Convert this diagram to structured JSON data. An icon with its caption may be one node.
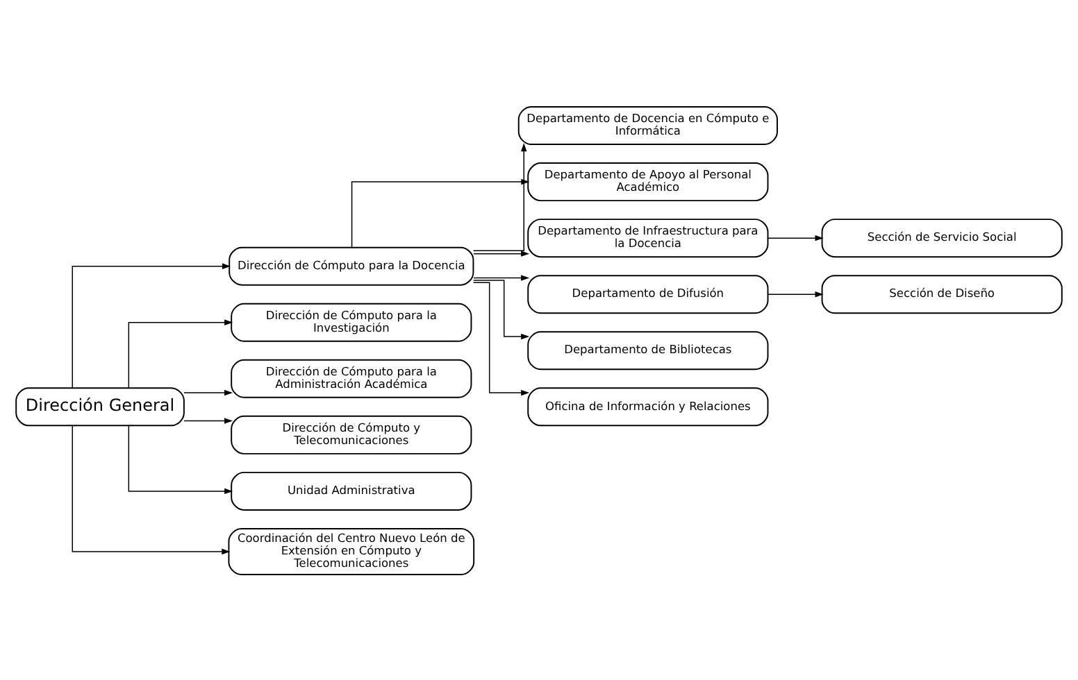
{
  "diagram": {
    "nodes": [
      {
        "text": [
          "Dirección General"
        ]
      },
      {
        "text": [
          "Dirección de Cómputo para la Docencia"
        ]
      },
      {
        "text": [
          "Dirección de Cómputo para la Investigación"
        ]
      },
      {
        "text": [
          "Dirección de Cómputo para la Administración Académica"
        ]
      },
      {
        "text": [
          "Dirección de Cómputo y Telecomunicaciones"
        ]
      },
      {
        "text": [
          "Unidad Administrativa"
        ]
      },
      {
        "text": [
          "Coordinación del Centro Nuevo León de Extensión en Cómputo y Telecomunicaciones"
        ]
      },
      {
        "text": [
          "Departamento de Docencia en Cómputo e Informática"
        ]
      },
      {
        "text": [
          "Departamento de Apoyo al Personal Académico"
        ]
      },
      {
        "text": [
          "Departamento de Infraestructura para la Docencia"
        ]
      },
      {
        "text": [
          "Sección de Servicio Social"
        ]
      },
      {
        "text": [
          "Departamento de Difusión"
        ]
      },
      {
        "text": [
          "Sección de Diseño"
        ]
      },
      {
        "text": [
          "Departamento de Bibliotecas"
        ]
      },
      {
        "text": [
          "Oficina de Información y Relaciones"
        ]
      }
    ],
    "edges": [
      {
        "from": 0,
        "to": 1,
        "arrow": "to"
      },
      {
        "from": 0,
        "to": 2,
        "arrow": "to"
      },
      {
        "from": 0,
        "to": 3,
        "arrow": "to"
      },
      {
        "from": 0,
        "to": 4,
        "arrow": "to"
      },
      {
        "from": 0,
        "to": 5,
        "arrow": "to"
      },
      {
        "from": 0,
        "to": 6,
        "arrow": "to"
      },
      {
        "from": 1,
        "to": 7,
        "arrow": "to"
      },
      {
        "from": 1,
        "to": 8,
        "arrow": "to"
      },
      {
        "from": 1,
        "to": 9,
        "arrow": "to"
      },
      {
        "from": 1,
        "to": 11,
        "arrow": "to"
      },
      {
        "from": 1,
        "to": 13,
        "arrow": "to"
      },
      {
        "from": 1,
        "to": 14,
        "arrow": "to"
      },
      {
        "from": 9,
        "to": 10,
        "arrow": "to"
      },
      {
        "from": 11,
        "to": 12,
        "arrow": "to"
      }
    ]
  }
}
